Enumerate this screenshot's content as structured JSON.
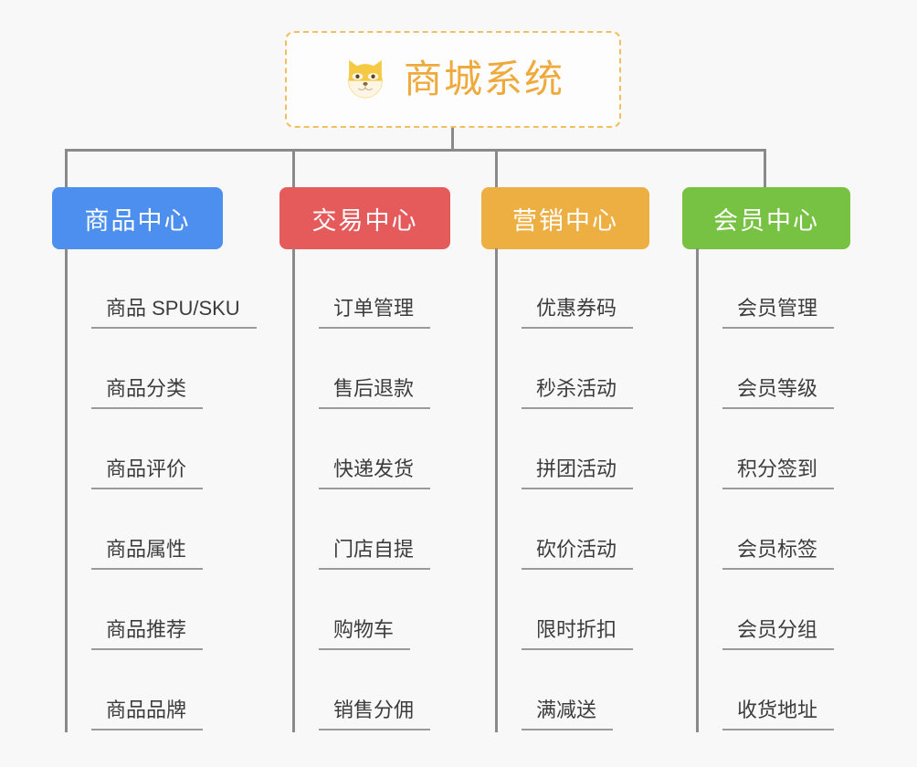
{
  "background_color": "#f8f8f8",
  "root": {
    "title": "商城系统",
    "icon": "shiba-dog-face-icon",
    "border_color": "#f0c060",
    "text_color": "#eeaa3c",
    "background_color": "#fdfdfd"
  },
  "connector_color": "#8a8a8a",
  "columns": [
    {
      "id": "product-center",
      "label": "商品中心",
      "color": "#4c8fee",
      "text_color": "#ffffff",
      "items": [
        {
          "label": "商品 SPU/SKU"
        },
        {
          "label": "商品分类"
        },
        {
          "label": "商品评价"
        },
        {
          "label": "商品属性"
        },
        {
          "label": "商品推荐"
        },
        {
          "label": "商品品牌"
        }
      ]
    },
    {
      "id": "trade-center",
      "label": "交易中心",
      "color": "#e55b5b",
      "text_color": "#ffffff",
      "items": [
        {
          "label": "订单管理"
        },
        {
          "label": "售后退款"
        },
        {
          "label": "快递发货"
        },
        {
          "label": "门店自提"
        },
        {
          "label": "购物车"
        },
        {
          "label": "销售分佣"
        }
      ]
    },
    {
      "id": "marketing-center",
      "label": "营销中心",
      "color": "#edae42",
      "text_color": "#ffffff",
      "items": [
        {
          "label": "优惠券码"
        },
        {
          "label": "秒杀活动"
        },
        {
          "label": "拼团活动"
        },
        {
          "label": "砍价活动"
        },
        {
          "label": "限时折扣"
        },
        {
          "label": "满减送"
        }
      ]
    },
    {
      "id": "member-center",
      "label": "会员中心",
      "color": "#77c143",
      "text_color": "#ffffff",
      "items": [
        {
          "label": "会员管理"
        },
        {
          "label": "会员等级"
        },
        {
          "label": "积分签到"
        },
        {
          "label": "会员标签"
        },
        {
          "label": "会员分组"
        },
        {
          "label": "收货地址"
        }
      ]
    }
  ]
}
